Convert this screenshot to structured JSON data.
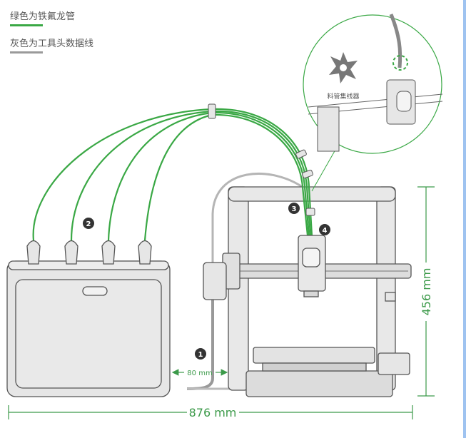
{
  "legend": [
    {
      "label": "绿色为铁氟龙管",
      "color": "#3aa845"
    },
    {
      "label": "灰色为工具头数据线",
      "color": "#9a9a9a"
    }
  ],
  "inset": {
    "label": "料管集线器"
  },
  "badges": [
    "1",
    "2",
    "3",
    "4"
  ],
  "dimensions": {
    "gap": "80 mm",
    "width": "876 mm",
    "height": "456 mm"
  },
  "colors": {
    "tube": "#3aa845",
    "dim": "#3c9a4a",
    "body": "#e6e6e6",
    "outline": "#555555"
  }
}
